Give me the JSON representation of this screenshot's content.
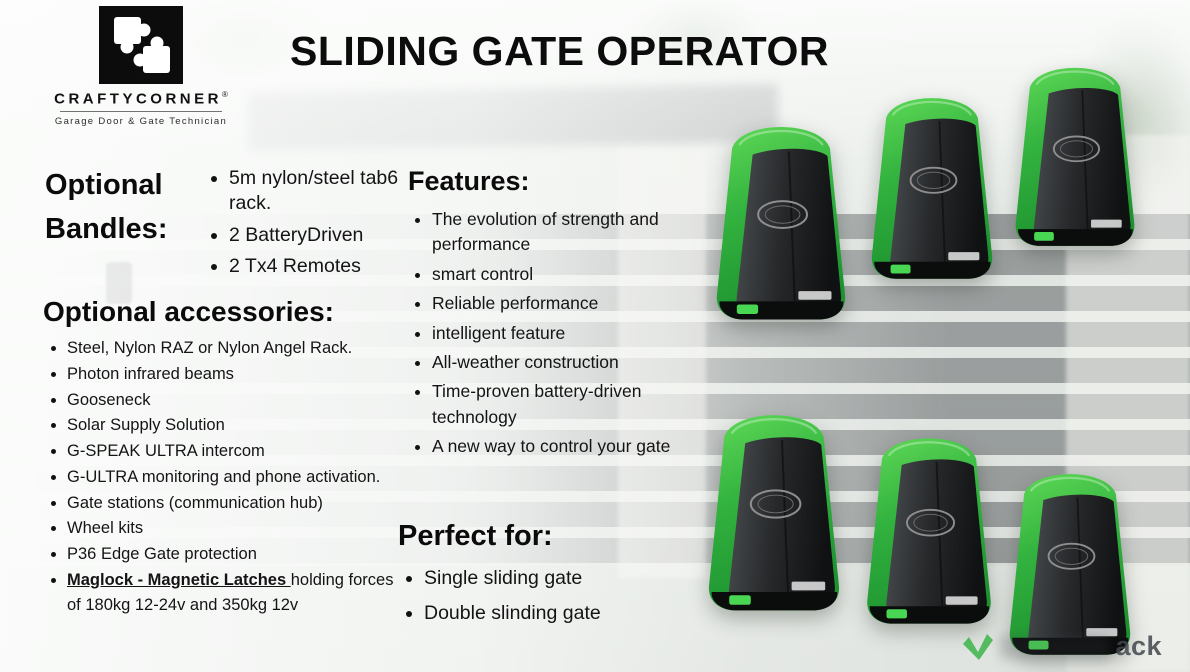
{
  "brand": {
    "name": "CRAFTYCORNER",
    "registered_mark": "®",
    "tagline": "Garage Door & Gate Technician"
  },
  "title": "SLIDING GATE OPERATOR",
  "optional_bundles": {
    "heading": "Optional Bandles:",
    "items": [
      "5m nylon/steel tab6 rack.",
      "2 BatteryDriven",
      "2 Tx4 Remotes"
    ]
  },
  "optional_accessories": {
    "heading": "Optional accessories:",
    "items": [
      "Steel, Nylon RAZ or Nylon Angel Rack.",
      "Photon infrared beams",
      "Gooseneck",
      "Solar Supply Solution",
      "G-SPEAK ULTRA intercom",
      "G-ULTRA monitoring and phone activation.",
      "Gate stations (communication hub)",
      "Wheel kits",
      "P36 Edge Gate protection"
    ],
    "maglock": {
      "bold_underlined": "Maglock - Magnetic Latches ",
      "rest": "holding forces of 180kg 12-24v and 350kg 12v"
    }
  },
  "features": {
    "heading": "Features:",
    "items": [
      "The evolution of strength and performance",
      "smart control",
      "Reliable performance",
      "intelligent feature",
      "All-weather construction",
      "Time-proven battery-driven technology",
      "A new way to control your gate"
    ]
  },
  "perfect_for": {
    "heading": "Perfect for:",
    "items": [
      "Single sliding gate",
      "Double slinding gate"
    ]
  },
  "images": {
    "gate_operator_alt": "Green and black sliding gate operator unit"
  },
  "watermark": {
    "visible_text": "ack"
  },
  "colors": {
    "operator_green": "#3cb843",
    "operator_dark": "#1c1e1f",
    "title_color": "#0c0c0c"
  }
}
